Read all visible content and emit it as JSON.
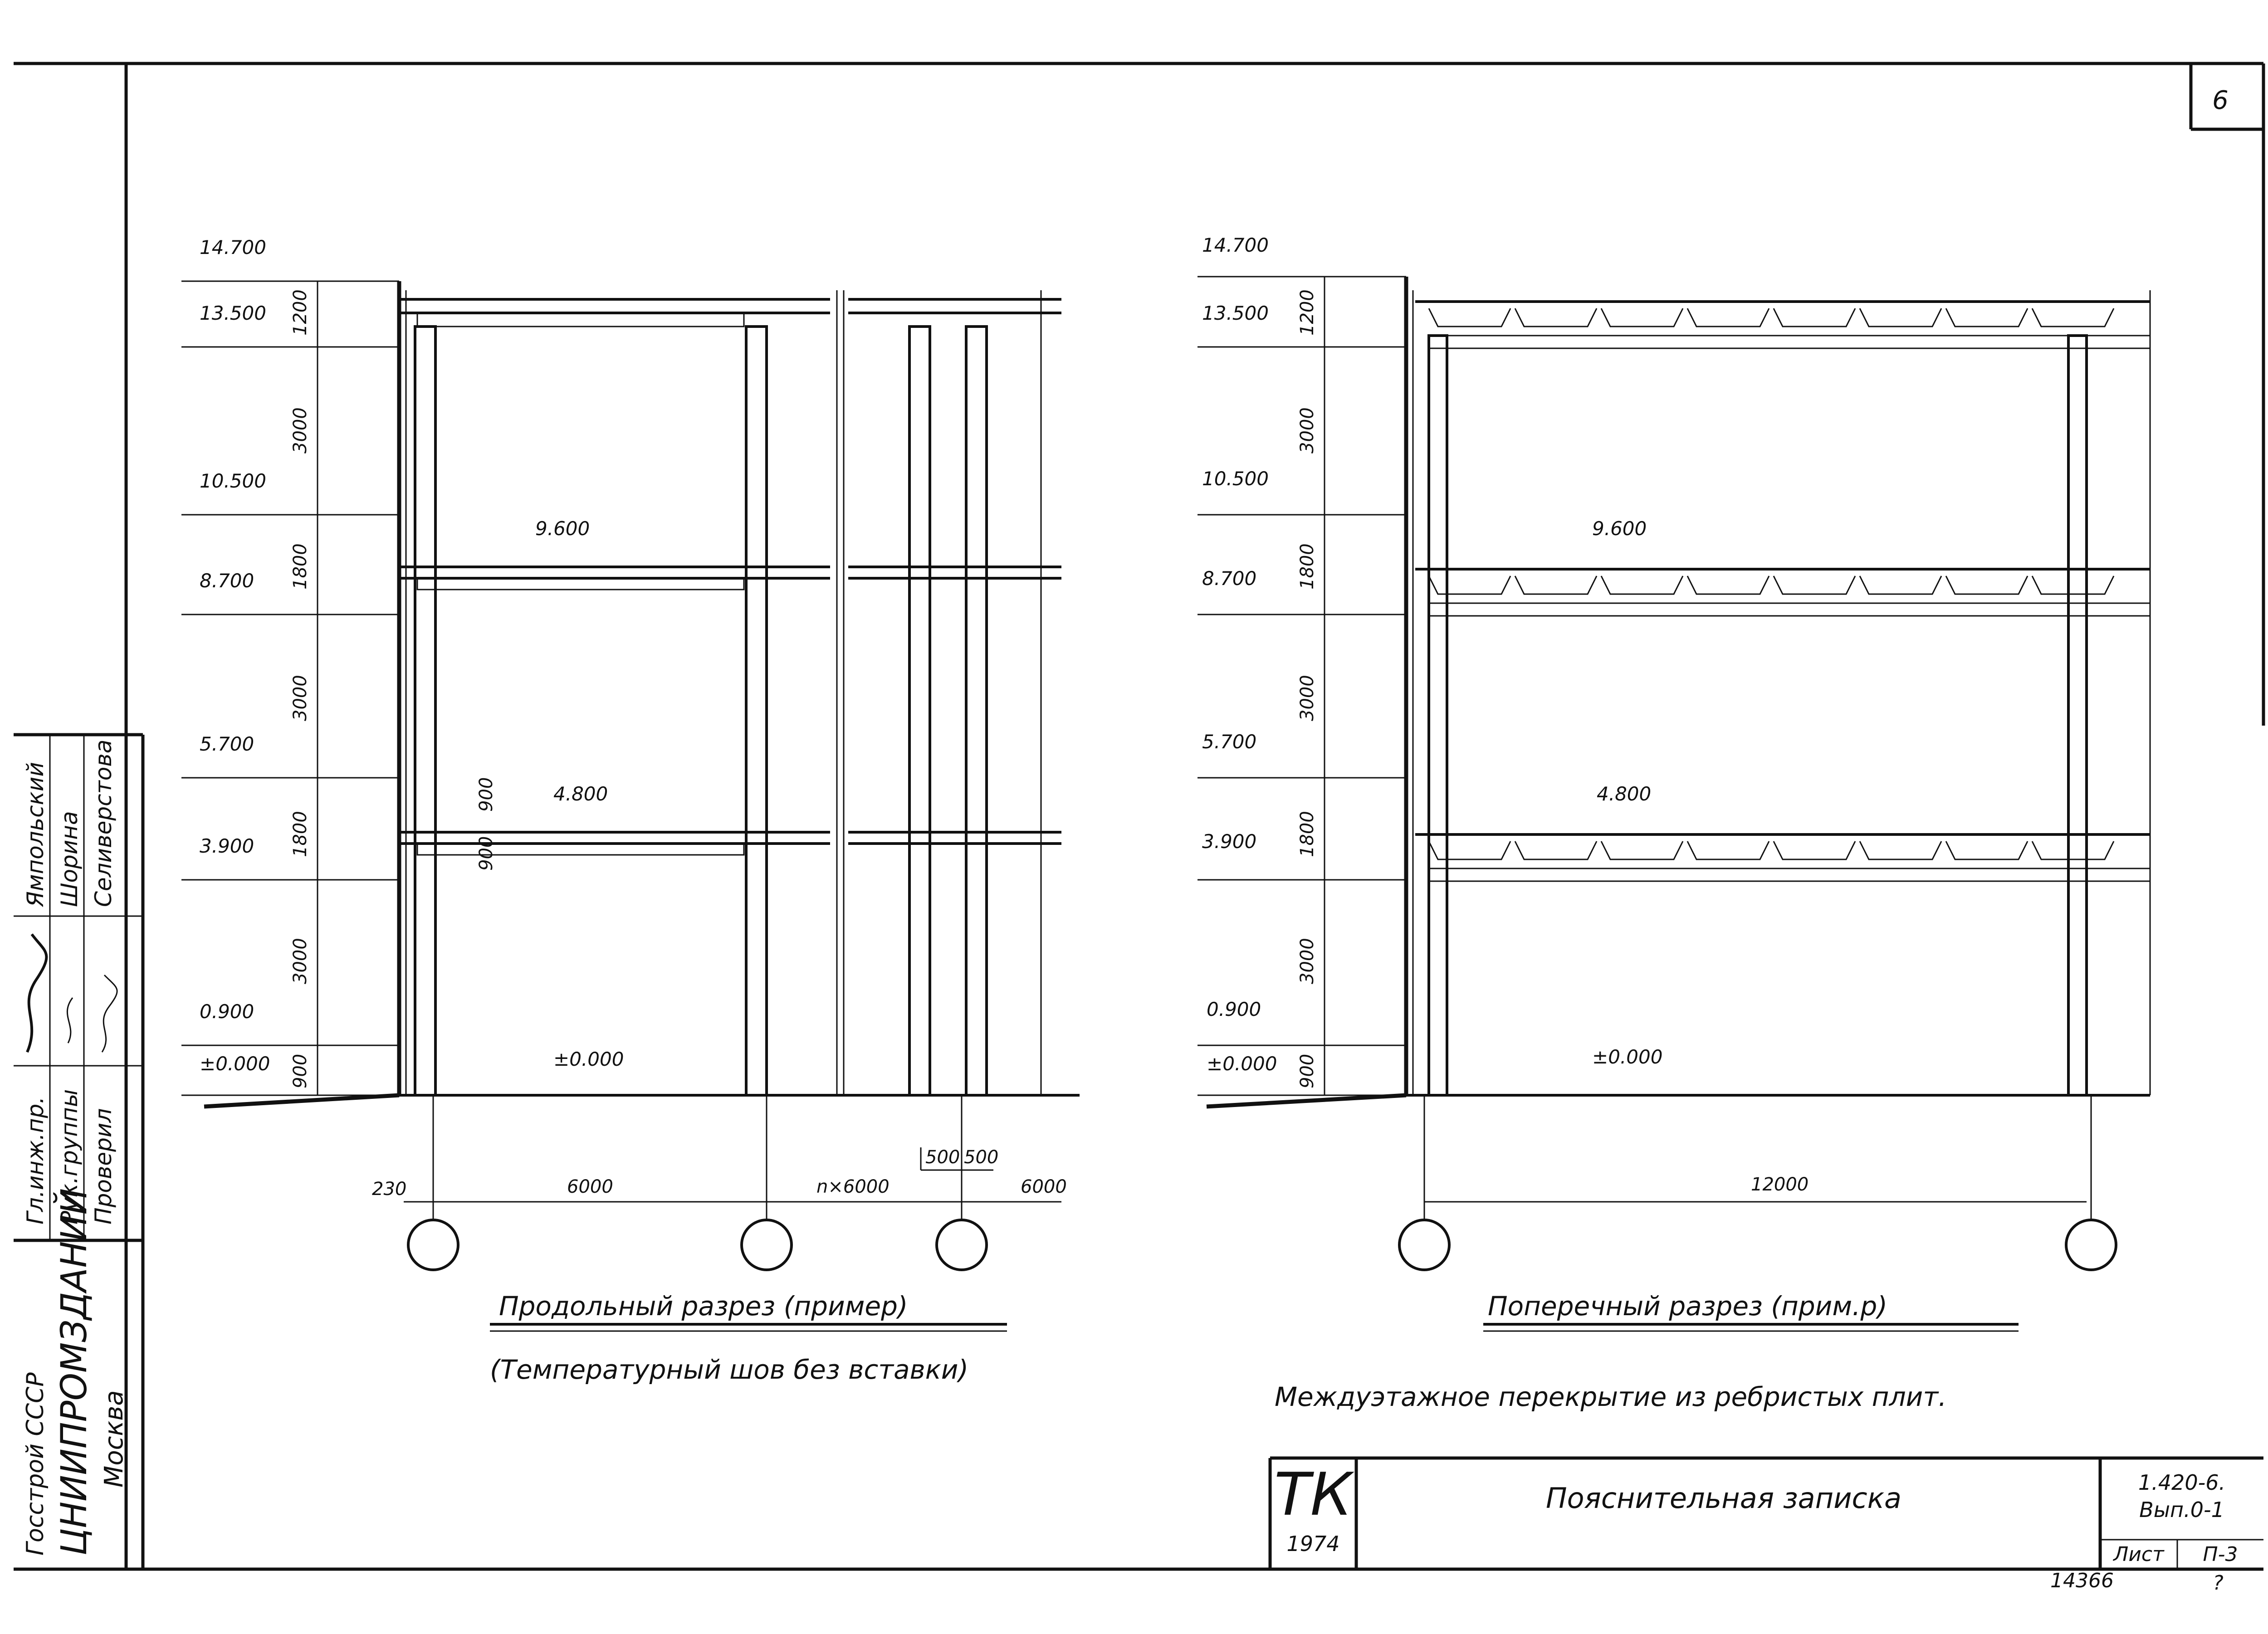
{
  "sheet": {
    "page_number": "6",
    "bottom_number": "14366",
    "bottom_right_mark": "?"
  },
  "left_section": {
    "levels": [
      "14.700",
      "13.500",
      "10.500",
      "8.700",
      "5.700",
      "3.900",
      "0.900",
      "±0.000"
    ],
    "floor_levels": [
      "9.600",
      "4.800",
      "±0.000"
    ],
    "vertical_dims": [
      "1200",
      "3000",
      "1800",
      "3000",
      "1800",
      "3000",
      "900"
    ],
    "inner_dims": [
      "900",
      "900"
    ],
    "horizontal_dims": [
      "230",
      "6000",
      "n×6000",
      "6000",
      "500",
      "500"
    ],
    "title": "Продольный разрез (пример)",
    "subtitle": "(Температурный шов без вставки)"
  },
  "right_section": {
    "levels": [
      "14.700",
      "13.500",
      "10.500",
      "8.700",
      "5.700",
      "3.900",
      "0.900",
      "±0.000"
    ],
    "floor_levels": [
      "9.600",
      "4.800",
      "±0.000"
    ],
    "vertical_dims": [
      "1200",
      "3000",
      "1800",
      "3000",
      "1800",
      "3000",
      "900"
    ],
    "horizontal_dims": [
      "12000"
    ],
    "title": "Поперечный разрез (прим.р)",
    "subtitle": "Междуэтажное перекрытие из ребристых плит."
  },
  "side_stamp": {
    "org_line1": "Госстрой СССР",
    "org_name": "ЦНИИПРОМЗДАНИЙ",
    "city": "Москва",
    "roles": [
      "Гл.инж.пр.",
      "Рук.группы",
      "Проверил"
    ],
    "names": [
      "Ямпольский",
      "Шорина",
      "Селиверстова"
    ]
  },
  "title_block": {
    "logo": "ТК",
    "year": "1974",
    "document_title": "Пояснительная записка",
    "series_code": "1.420-6.",
    "issue": "Вып.0-1",
    "sheet_label": "Лист",
    "sheet_number": "П-3"
  }
}
